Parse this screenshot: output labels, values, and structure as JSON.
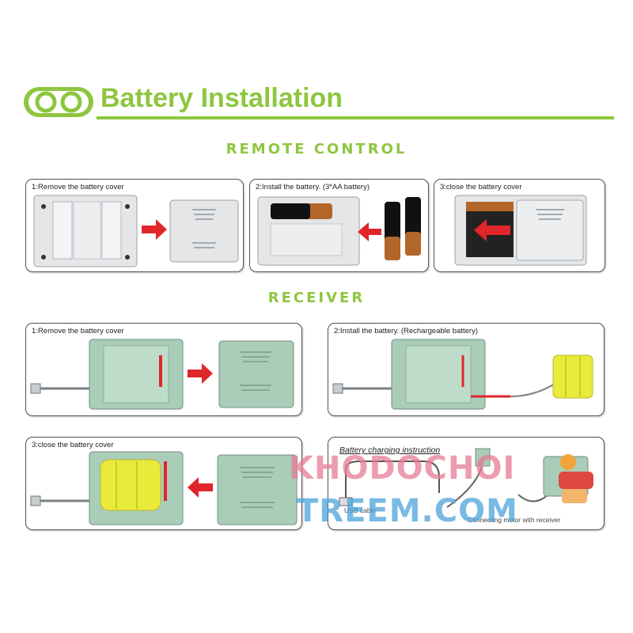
{
  "header": {
    "title": "Battery Installation",
    "logo_icon": "double-ring-logo-icon"
  },
  "sections": {
    "remote": "REMOTE CONTROL",
    "receiver": "RECEIVER"
  },
  "remote_steps": [
    {
      "caption": "1:Remove the battery cover"
    },
    {
      "caption": "2:Install the battery. (3*AA battery)"
    },
    {
      "caption": "3:close the battery cover"
    }
  ],
  "receiver_steps": [
    {
      "caption": "1:Remove the battery cover"
    },
    {
      "caption": "2:Install the battery. (Rechargeable battery)"
    },
    {
      "caption": "3:close the battery cover"
    }
  ],
  "charging": {
    "title": "Battery charging instruction",
    "usb_label": "USB cable",
    "motor_label": "Connecting motor with receiver"
  },
  "watermark": {
    "line1": "KHODOCHOI",
    "line2": "TREEM.COM"
  },
  "colors": {
    "accent_green": "#8ec63f",
    "arrow_red": "#e0262b",
    "receiver_green": "#a9cdb8",
    "remote_grey": "#e4e6e8",
    "battery_yellow": "#e9ea3a"
  }
}
